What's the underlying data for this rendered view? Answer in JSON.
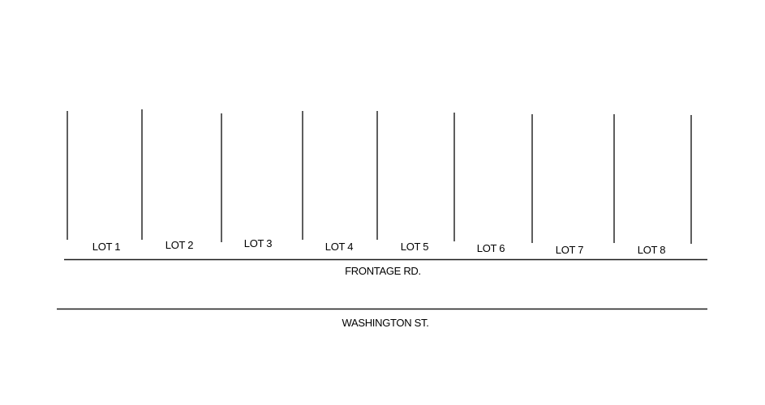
{
  "lots": [
    {
      "label": "LOT 1"
    },
    {
      "label": "LOT 2"
    },
    {
      "label": "LOT 3"
    },
    {
      "label": "LOT 4"
    },
    {
      "label": "LOT 5"
    },
    {
      "label": "LOT 6"
    },
    {
      "label": "LOT 7"
    },
    {
      "label": "LOT 8"
    }
  ],
  "roads": {
    "frontage": {
      "label": "FRONTAGE RD."
    },
    "washington": {
      "label": "WASHINGTON ST."
    }
  }
}
